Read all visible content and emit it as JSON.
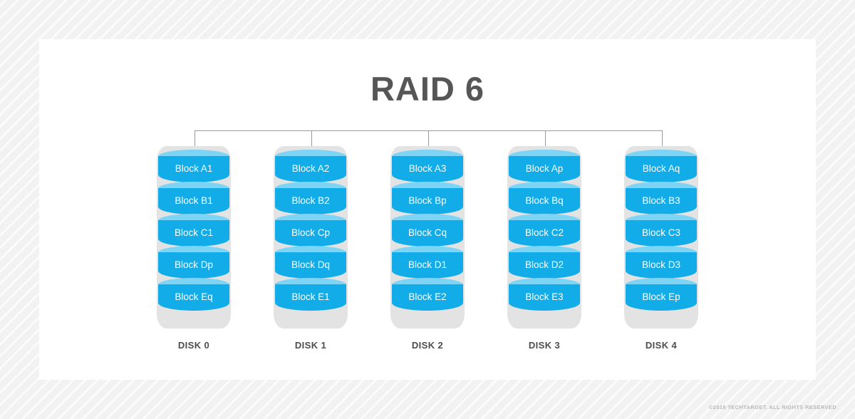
{
  "title": "RAID 6",
  "footer": "©2018 TECHTARGET. ALL RIGHTS RESERVED",
  "colors": {
    "block_body": "#12ace9",
    "block_top": "#7ed4f4",
    "casing": "#e3e3e3",
    "title": "#565656",
    "label": "#4d4d4d",
    "connector": "#9a9a9a",
    "card": "#ffffff",
    "background": "#f2f2f2"
  },
  "diagram": {
    "type": "raid-layout",
    "disk_count": 5,
    "blocks_per_disk": 5,
    "disks": [
      {
        "name": "DISK 0",
        "blocks": [
          "Block A1",
          "Block B1",
          "Block C1",
          "Block Dp",
          "Block Eq"
        ]
      },
      {
        "name": "DISK 1",
        "blocks": [
          "Block A2",
          "Block B2",
          "Block Cp",
          "Block Dq",
          "Block E1"
        ]
      },
      {
        "name": "DISK 2",
        "blocks": [
          "Block A3",
          "Block Bp",
          "Block Cq",
          "Block D1",
          "Block E2"
        ]
      },
      {
        "name": "DISK 3",
        "blocks": [
          "Block Ap",
          "Block Bq",
          "Block C2",
          "Block D2",
          "Block E3"
        ]
      },
      {
        "name": "DISK 4",
        "blocks": [
          "Block Aq",
          "Block B3",
          "Block C3",
          "Block D3",
          "Block Ep"
        ]
      }
    ]
  }
}
